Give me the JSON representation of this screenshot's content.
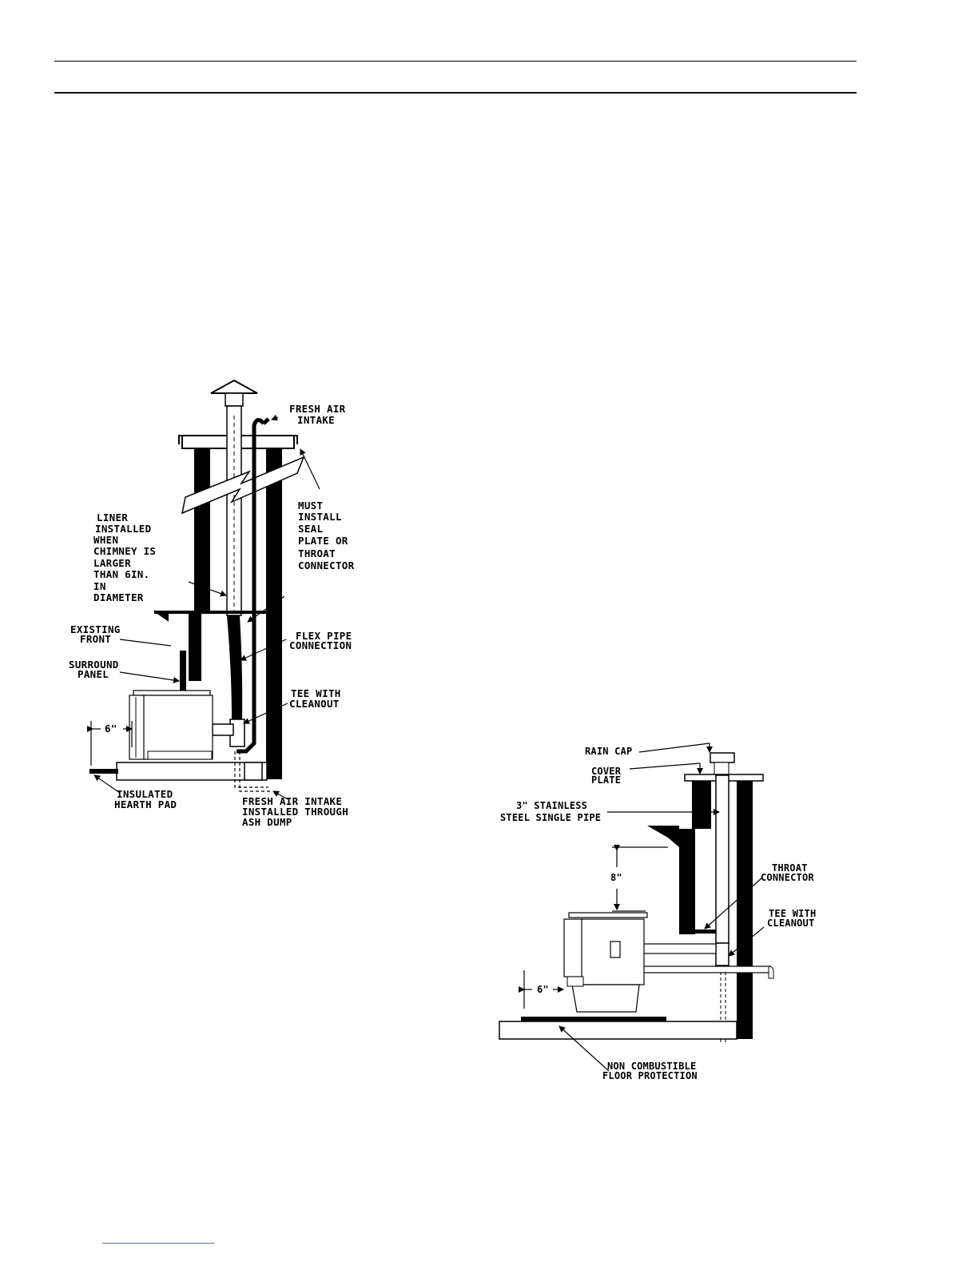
{
  "diagram_left": {
    "labels": {
      "fresh_air_intake": [
        "FRESH AIR",
        "INTAKE"
      ],
      "must_install": [
        "MUST",
        "INSTALL",
        "SEAL",
        "PLATE OR",
        "THROAT",
        "CONNECTOR"
      ],
      "liner_installed": [
        "LINER",
        "INSTALLED",
        "WHEN",
        "CHIMNEY IS",
        "LARGER",
        "THAN 6IN.",
        "IN",
        "DIAMETER"
      ],
      "existing_front": [
        "EXISTING",
        "FRONT"
      ],
      "flex_pipe": [
        "FLEX PIPE",
        "CONNECTION"
      ],
      "surround_panel": [
        "SURROUND",
        "PANEL"
      ],
      "tee_with_cleanout": [
        "TEE WITH",
        "CLEANOUT"
      ],
      "clearance": "6\"",
      "insulated_hearth_pad": [
        "INSULATED",
        "HEARTH PAD"
      ],
      "fresh_air_ash_dump": [
        "FRESH AIR INTAKE",
        "INSTALLED THROUGH",
        "ASH DUMP"
      ]
    }
  },
  "diagram_right": {
    "labels": {
      "rain_cap": "RAIN CAP",
      "cover_plate": [
        "COVER",
        "PLATE"
      ],
      "stainless_pipe": [
        "3\" STAINLESS",
        "STEEL SINGLE PIPE"
      ],
      "clearance_top": "8\"",
      "throat_connector": [
        "THROAT",
        "CONNECTOR"
      ],
      "tee_with_cleanout": [
        "TEE WITH",
        "CLEANOUT"
      ],
      "clearance_side": "6\"",
      "floor_protection": [
        "NON COMBUSTIBLE",
        "FLOOR PROTECTION"
      ]
    }
  }
}
